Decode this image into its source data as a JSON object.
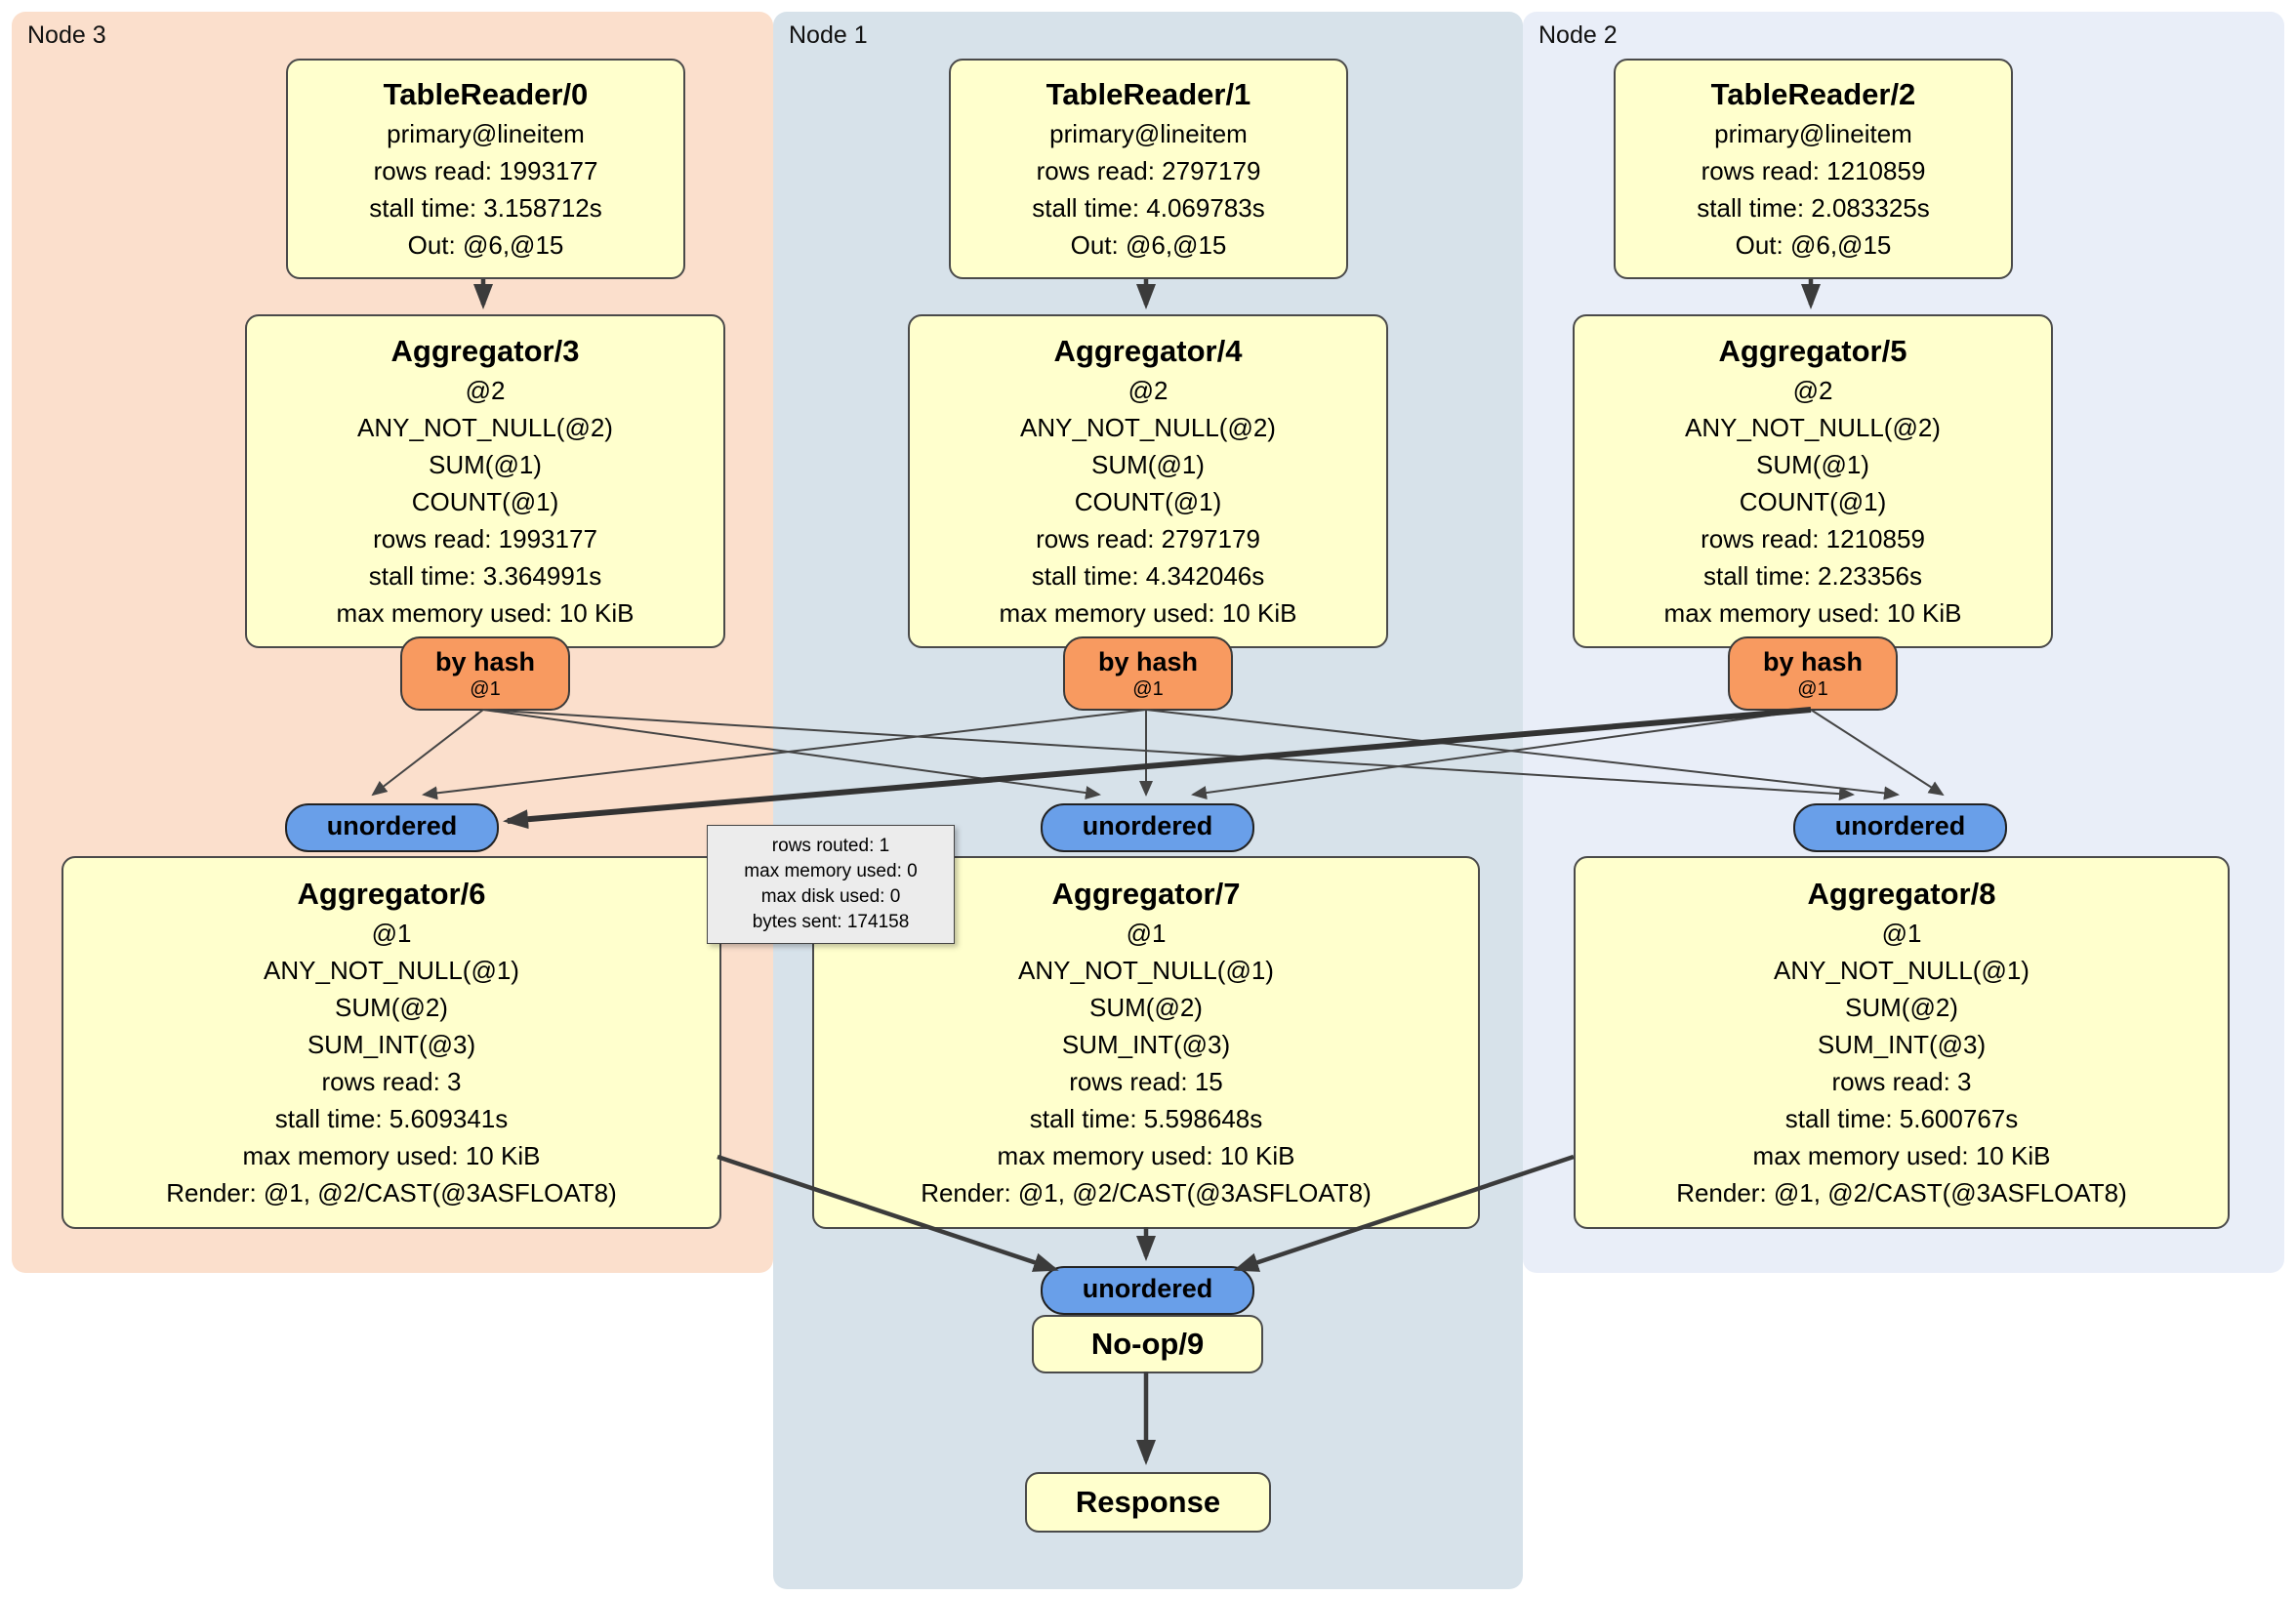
{
  "colors": {
    "node3_bg": "#fbdfcc",
    "node1_bg": "#d7e2ea",
    "node2_bg": "#e9eef8",
    "box_bg": "#ffffcd",
    "hash_bg": "#f89a60",
    "unordered_bg": "#699fe9",
    "edge": "#3b3b3b"
  },
  "regions": {
    "node3": {
      "label": "Node 3"
    },
    "node1": {
      "label": "Node 1"
    },
    "node2": {
      "label": "Node 2"
    }
  },
  "routers": {
    "by_hash": {
      "label": "by hash",
      "detail": "@1"
    },
    "unordered": {
      "label": "unordered"
    }
  },
  "boxes": {
    "tablereader0": {
      "title": "TableReader/0",
      "lines": [
        "primary@lineitem",
        "rows read: 1993177",
        "stall time: 3.158712s",
        "Out: @6,@15"
      ]
    },
    "tablereader1": {
      "title": "TableReader/1",
      "lines": [
        "primary@lineitem",
        "rows read: 2797179",
        "stall time: 4.069783s",
        "Out: @6,@15"
      ]
    },
    "tablereader2": {
      "title": "TableReader/2",
      "lines": [
        "primary@lineitem",
        "rows read: 1210859",
        "stall time: 2.083325s",
        "Out: @6,@15"
      ]
    },
    "aggregator3": {
      "title": "Aggregator/3",
      "lines": [
        "@2",
        "ANY_NOT_NULL(@2)",
        "SUM(@1)",
        "COUNT(@1)",
        "rows read: 1993177",
        "stall time: 3.364991s",
        "max memory used: 10 KiB"
      ]
    },
    "aggregator4": {
      "title": "Aggregator/4",
      "lines": [
        "@2",
        "ANY_NOT_NULL(@2)",
        "SUM(@1)",
        "COUNT(@1)",
        "rows read: 2797179",
        "stall time: 4.342046s",
        "max memory used: 10 KiB"
      ]
    },
    "aggregator5": {
      "title": "Aggregator/5",
      "lines": [
        "@2",
        "ANY_NOT_NULL(@2)",
        "SUM(@1)",
        "COUNT(@1)",
        "rows read: 1210859",
        "stall time: 2.23356s",
        "max memory used: 10 KiB"
      ]
    },
    "aggregator6": {
      "title": "Aggregator/6",
      "lines": [
        "@1",
        "ANY_NOT_NULL(@1)",
        "SUM(@2)",
        "SUM_INT(@3)",
        "rows read: 3",
        "stall time: 5.609341s",
        "max memory used: 10 KiB",
        "Render: @1, @2/CAST(@3ASFLOAT8)"
      ]
    },
    "aggregator7": {
      "title": "Aggregator/7",
      "lines": [
        "@1",
        "ANY_NOT_NULL(@1)",
        "SUM(@2)",
        "SUM_INT(@3)",
        "rows read: 15",
        "stall time: 5.598648s",
        "max memory used: 10 KiB",
        "Render: @1, @2/CAST(@3ASFLOAT8)"
      ]
    },
    "aggregator8": {
      "title": "Aggregator/8",
      "lines": [
        "@1",
        "ANY_NOT_NULL(@1)",
        "SUM(@2)",
        "SUM_INT(@3)",
        "rows read: 3",
        "stall time: 5.600767s",
        "max memory used: 10 KiB",
        "Render: @1, @2/CAST(@3ASFLOAT8)"
      ]
    },
    "noop9": {
      "title": "No-op/9"
    },
    "response": {
      "title": "Response"
    }
  },
  "tooltip": {
    "lines": [
      "rows routed: 1",
      "max memory used: 0",
      "max disk used: 0",
      "bytes sent: 174158"
    ]
  }
}
